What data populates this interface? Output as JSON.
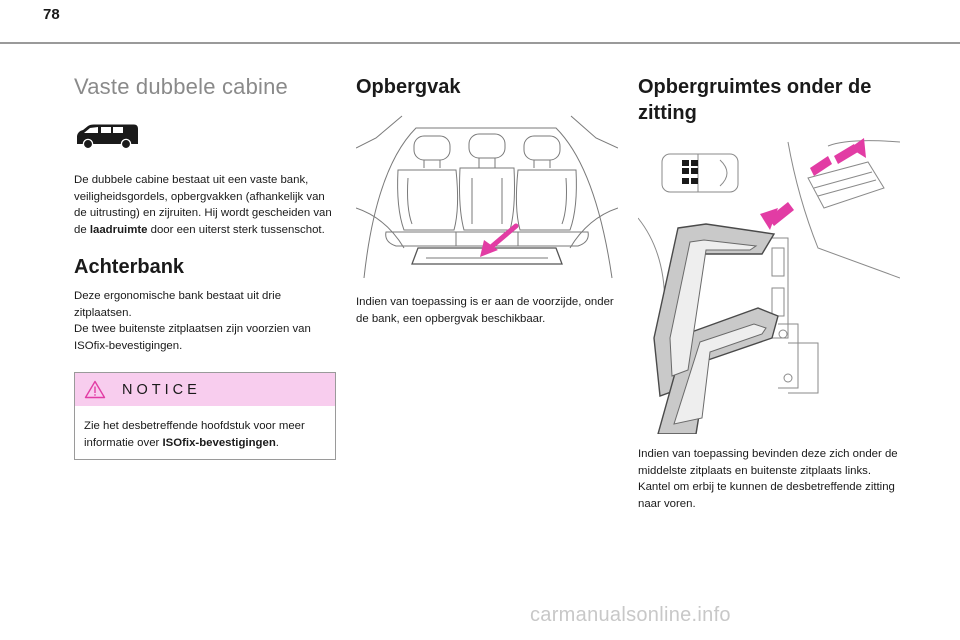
{
  "page_number": "78",
  "col1": {
    "title": "Vaste dubbele cabine",
    "intro_text_1": "De dubbele cabine bestaat uit een vaste bank, veiligheidsgordels, opbergvakken (afhankelijk van de uitrusting) en zijruiten. Hij wordt gescheiden van de ",
    "intro_bold": "laadruimte",
    "intro_text_2": " door een uiterst sterk tussenschot.",
    "rear_bench": {
      "heading": "Achterbank",
      "line1": "Deze ergonomische bank bestaat uit drie zitplaatsen.",
      "line2": "De twee buitenste zitplaatsen zijn voorzien van ISOfix-bevestigingen."
    },
    "notice": {
      "title": "NOTICE",
      "text_1": "Zie het desbetreffende hoofdstuk voor meer informatie over ",
      "bold": "ISOfix-bevestigingen",
      "text_2": "."
    }
  },
  "col2": {
    "heading": "Opbergvak",
    "caption": "Indien van toepassing is er aan de voorzijde, onder de bank, een opbergvak beschikbaar."
  },
  "col3": {
    "heading": "Opbergruimtes onder de zitting",
    "caption": "Indien van toepassing bevinden deze zich onder de middelste zitplaats en buitenste zitplaats links. Kantel om erbij te kunnen de desbetreffende zitting naar voren."
  },
  "watermark": "carmanualsonline.info",
  "icons": {
    "van": "van-icon",
    "warning": "warning-triangle-icon"
  },
  "colors": {
    "accent_pink": "#e23ca4",
    "notice_background": "#f8cdee",
    "title_gray": "#8a8a8a",
    "rule_gray": "#9a9a9a"
  }
}
